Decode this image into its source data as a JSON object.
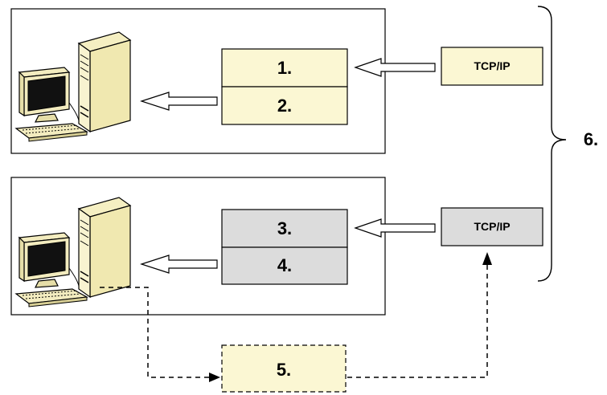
{
  "diagram": {
    "blocks": {
      "b1": "1.",
      "b2": "2.",
      "b3": "3.",
      "b4": "4.",
      "b5": "5."
    },
    "tcp_top": "TCP/IP",
    "tcp_bottom": "TCP/IP",
    "brace_label": "6."
  },
  "colors": {
    "yellow_fill": "#fbf7d3",
    "gray_fill": "#dcdcdc",
    "stroke": "#000000"
  }
}
